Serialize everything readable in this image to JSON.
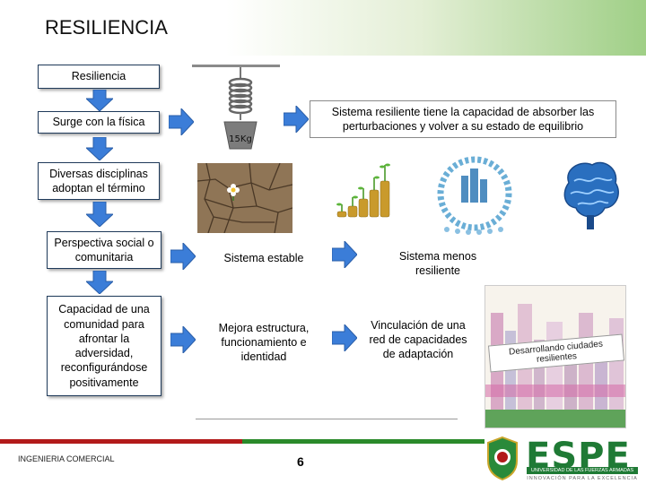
{
  "slide": {
    "title": "RESILIENCIA",
    "boxes": {
      "resiliencia": "Resiliencia",
      "surge": "Surge con la física",
      "sistema_resiliente": "Sistema resiliente tiene la capacidad de absorber las perturbaciones y volver a su estado de equilibrio",
      "disciplinas": "Diversas disciplinas adoptan el término",
      "perspectiva": "Perspectiva social o comunitaria",
      "sistema_estable": "Sistema estable",
      "sistema_menos": "Sistema menos resiliente",
      "capacidad": "Capacidad de una comunidad para afrontar la adversidad, reconfigurándose positivamente",
      "mejora": "Mejora estructura, funcionamiento e identidad",
      "vinculacion": "Vinculación de una red de capacidades de adaptación"
    },
    "spring_weight_label": "15Kg",
    "poster_text": "Desarrollando ciudades resilientes"
  },
  "footer": {
    "left_text": "INGENIERIA COMERCIAL",
    "page_number": "6",
    "logo": {
      "name": "ESPE",
      "subtitle": "UNIVERSIDAD DE LAS FUERZAS ARMADAS",
      "tagline": "INNOVACIÓN PARA LA EXCELENCIA"
    }
  },
  "colors": {
    "arrow_blue": "#3b7dd8",
    "box_border": "#1f3a5a",
    "header_green": "#9fcf86",
    "espe_green": "#1f7a35",
    "footer_red": "#b21a1a"
  }
}
